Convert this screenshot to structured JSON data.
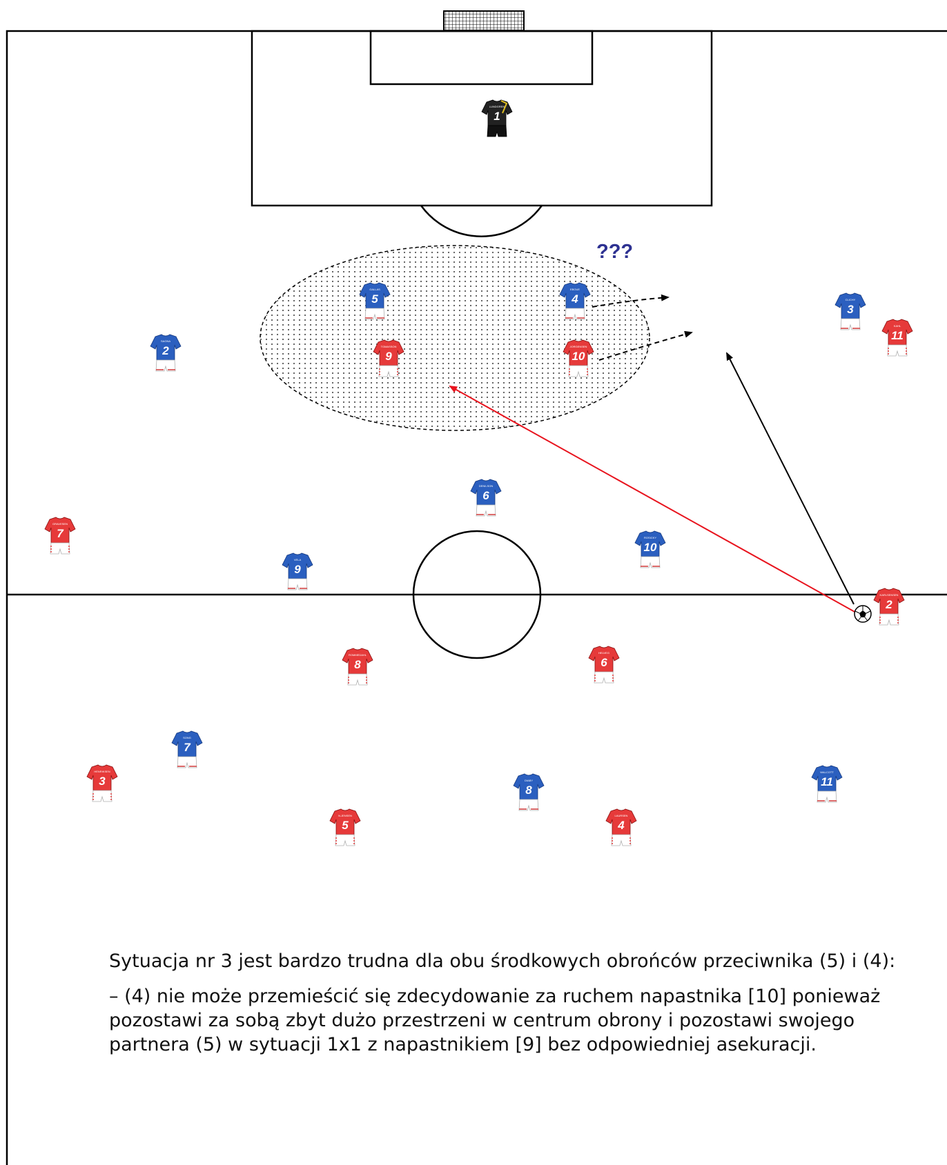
{
  "diagram": {
    "question_marks": "???",
    "colors": {
      "red_team": "#e63a3a",
      "blue_team": "#2b5fbf",
      "goalkeeper": "#222222",
      "pass_arrow": "#e8141e",
      "run_arrow": "#000000",
      "zone_dots": "#555555",
      "question": "#2d3191"
    },
    "players": {
      "goalkeeper": [
        {
          "number": "1",
          "name": "LUNDGREN"
        }
      ],
      "blue": [
        {
          "number": "5",
          "name": "GALLAS"
        },
        {
          "number": "4",
          "name": "EBOUE"
        },
        {
          "number": "3",
          "name": "CLICHY"
        },
        {
          "number": "2",
          "name": "SAGNA"
        },
        {
          "number": "6",
          "name": "DENILSON"
        },
        {
          "number": "10",
          "name": "ROSICKY"
        },
        {
          "number": "9",
          "name": "VELA"
        },
        {
          "number": "7",
          "name": "SONG"
        },
        {
          "number": "8",
          "name": "DIABY"
        },
        {
          "number": "11",
          "name": "WALCOTT"
        }
      ],
      "red": [
        {
          "number": "9",
          "name": "TOMASSON"
        },
        {
          "number": "10",
          "name": "JORGENSEN"
        },
        {
          "number": "11",
          "name": "KAHL"
        },
        {
          "number": "7",
          "name": "GRAVESEN"
        },
        {
          "number": "2",
          "name": "KARLSENSEN"
        },
        {
          "number": "8",
          "name": "ROMMEDAHL"
        },
        {
          "number": "6",
          "name": "HELVEG"
        },
        {
          "number": "3",
          "name": "HENRIKSEN"
        },
        {
          "number": "5",
          "name": "N.JENSEN"
        },
        {
          "number": "4",
          "name": "LAURSEN"
        }
      ]
    }
  },
  "caption": {
    "paragraph1": "Sytuacja nr 3 jest bardzo trudna dla obu środkowych obrońców przeciwnika (5) i (4):",
    "paragraph2": " – (4) nie może przemieścić się zdecydowanie za ruchem napastnika [10] ponieważ pozostawi za sobą zbyt dużo przestrzeni w centrum obrony i pozostawi swojego partnera (5) w sytuacji 1x1 z napastnikiem [9] bez odpowiedniej asekuracji."
  }
}
